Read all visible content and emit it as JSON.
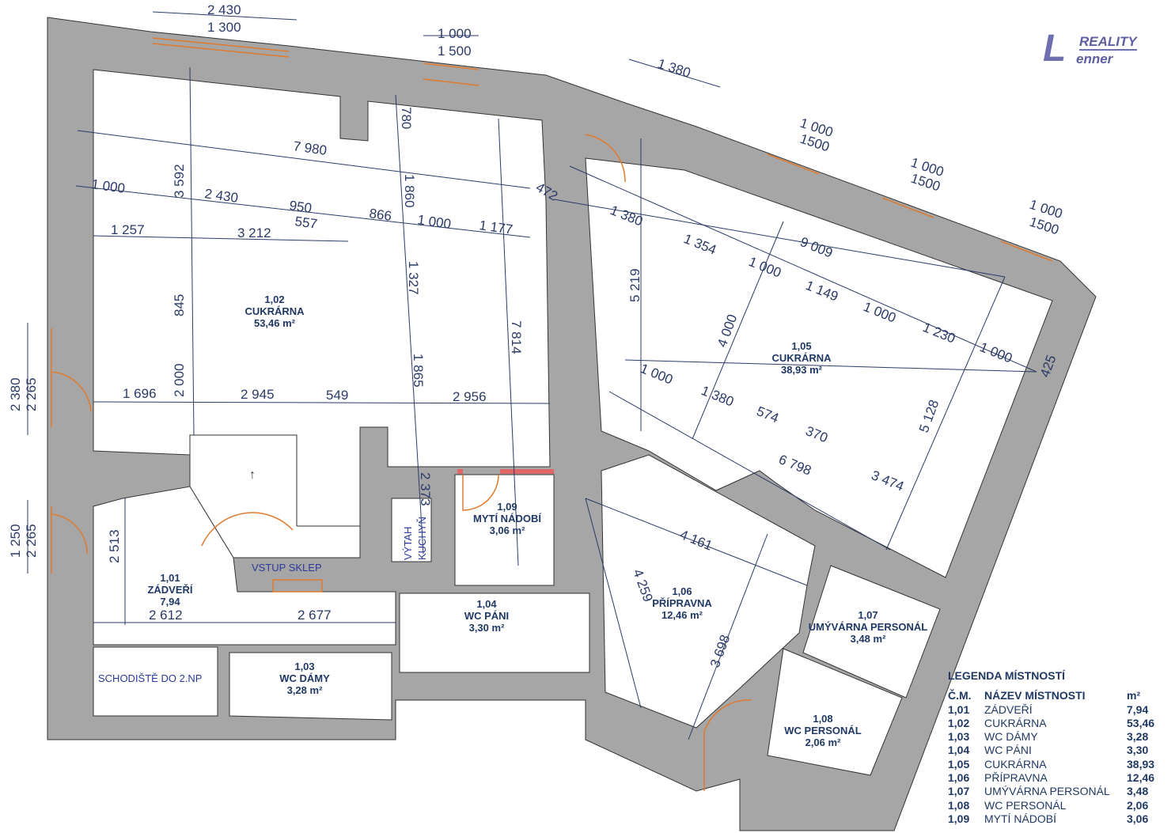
{
  "logo": {
    "text_line1": "REALITY",
    "text_line2": "enner",
    "letter": "L"
  },
  "colors": {
    "wall": "#a6a6a6",
    "text": "#1f3864",
    "dimension": "#2b3a67",
    "opening": "#e07a2e",
    "accent_red": "#e06666"
  },
  "rooms": [
    {
      "number": "1,01",
      "name": "ZÁDVEŘÍ",
      "area": "7,94",
      "unit": ""
    },
    {
      "number": "1,02",
      "name": "CUKRÁRNA",
      "area": "53,46",
      "unit": "m²"
    },
    {
      "number": "1,03",
      "name": "WC DÁMY",
      "area": "3,28",
      "unit": "m²"
    },
    {
      "number": "1,04",
      "name": "WC PÁNI",
      "area": "3,30",
      "unit": "m²"
    },
    {
      "number": "1,05",
      "name": "CUKRÁRNA",
      "area": "38,93",
      "unit": "m²"
    },
    {
      "number": "1,06",
      "name": "PŘÍPRAVNA",
      "area": "12,46",
      "unit": "m²"
    },
    {
      "number": "1,07",
      "name": "UMÝVÁRNA PERSONÁL",
      "area": "3,48",
      "unit": "m²"
    },
    {
      "number": "1,08",
      "name": "WC PERSONÁL",
      "area": "2,06",
      "unit": "m²"
    },
    {
      "number": "1,09",
      "name": "MYTÍ NÁDOBÍ",
      "area": "3,06",
      "unit": "m²"
    }
  ],
  "notes": {
    "cellar": "VSTUP SKLEP",
    "stairs": "SCHODIŠTĚ DO 2.NP",
    "lift1": "VÝTAH",
    "lift2": "KUCHYŇ",
    "arrow": "↑"
  },
  "dimensions": [
    "2 430",
    "1 300",
    "1 000",
    "1 500",
    "1 380",
    "1 000",
    "1500",
    "1 000",
    "1500",
    "1 000",
    "1500",
    "7 980",
    "3 592",
    "780",
    "1 000",
    "2 430",
    "950",
    "557",
    "866",
    "1 000",
    "1 177",
    "1 860",
    "1 257",
    "3 212",
    "1 327",
    "845",
    "7 814",
    "1 865",
    "2 000",
    "1 696",
    "2 945",
    "549",
    "2 956",
    "2 373",
    "472",
    "2 380",
    "2 265",
    "1 250",
    "2 265",
    "1 380",
    "5 219",
    "1 354",
    "1 000",
    "9 009",
    "1 149",
    "1 000",
    "1 230",
    "1 000",
    "425",
    "4 000",
    "5 128",
    "1 000",
    "1 380",
    "574",
    "370",
    "6 798",
    "3 474",
    "4 161",
    "4 259",
    "3 698",
    "2 513",
    "2 612",
    "2 677"
  ],
  "legend": {
    "title": "LEGENDA MÍSTNOSTÍ",
    "headers": [
      "Č.M.",
      "NÁZEV MÍSTNOSTI",
      "m²"
    ],
    "rows": [
      [
        "1,01",
        "ZÁDVEŘÍ",
        "7,94"
      ],
      [
        "1,02",
        "CUKRÁRNA",
        "53,46"
      ],
      [
        "1,03",
        "WC DÁMY",
        "3,28"
      ],
      [
        "1,04",
        "WC PÁNI",
        "3,30"
      ],
      [
        "1,05",
        "CUKRÁRNA",
        "38,93"
      ],
      [
        "1,06",
        "PŘÍPRAVNA",
        "12,46"
      ],
      [
        "1,07",
        "UMÝVÁRNA PERSONÁL",
        "3,48"
      ],
      [
        "1,08",
        "WC PERSONÁL",
        "2,06"
      ],
      [
        "1,09",
        "MYTÍ NÁDOBÍ",
        "3,06"
      ]
    ]
  }
}
